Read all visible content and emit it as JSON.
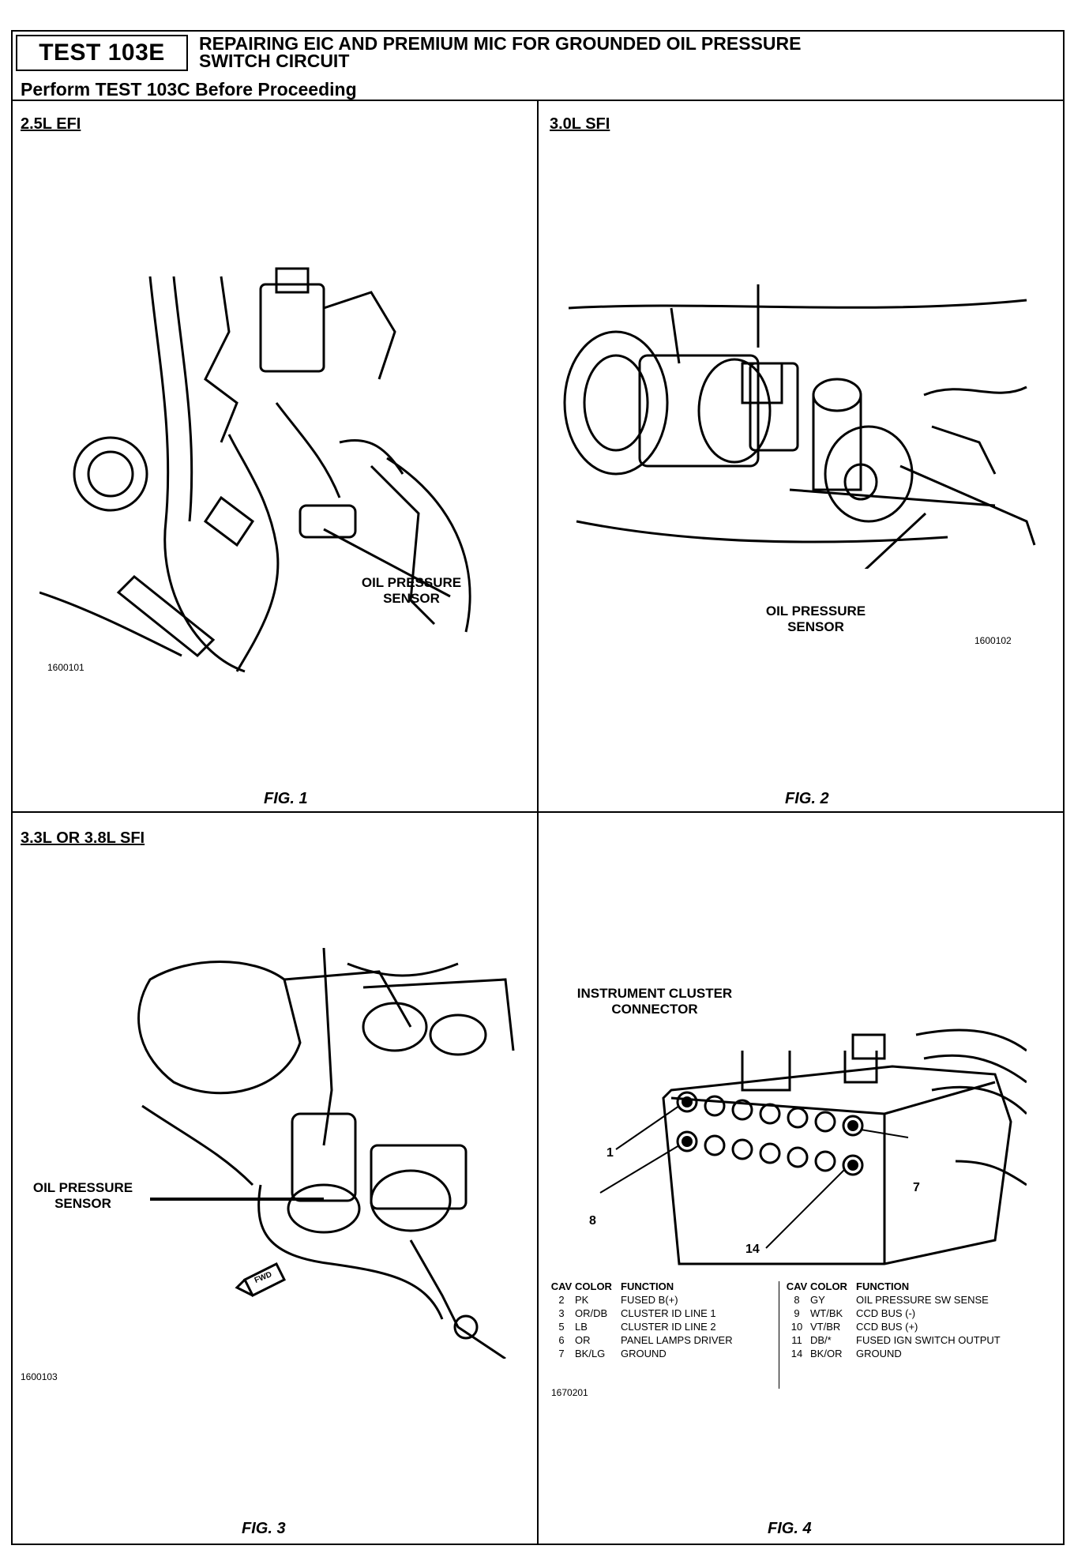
{
  "header": {
    "test_id": "TEST 103E",
    "title_line1": "REPAIRING EIC AND PREMIUM MIC FOR GROUNDED OIL PRESSURE",
    "title_line2": "SWITCH CIRCUIT",
    "subtitle": "Perform TEST 103C Before Proceeding"
  },
  "panels": [
    {
      "label": "2.5L EFI",
      "caption": "FIG. 1",
      "callout_line1": "OIL PRESSURE",
      "callout_line2": "SENSOR",
      "code": "1600101"
    },
    {
      "label": "3.0L SFI",
      "caption": "FIG. 2",
      "callout_line1": "OIL PRESSURE",
      "callout_line2": "SENSOR",
      "code": "1600102"
    },
    {
      "label": "3.3L OR 3.8L SFI",
      "caption": "FIG. 3",
      "callout_line1": "OIL PRESSURE",
      "callout_line2": "SENSOR",
      "code": "1600103"
    },
    {
      "label": "",
      "caption": "FIG. 4",
      "callout_line1": "INSTRUMENT CLUSTER",
      "callout_line2": "CONNECTOR",
      "code": "1670201",
      "pin_labels": [
        "1",
        "8",
        "7",
        "14"
      ]
    }
  ],
  "fwd_label": "FWD",
  "table": {
    "headers": [
      "CAV",
      "COLOR",
      "FUNCTION"
    ],
    "left": [
      [
        "2",
        "PK",
        "FUSED B(+)"
      ],
      [
        "3",
        "OR/DB",
        "CLUSTER ID LINE 1"
      ],
      [
        "5",
        "LB",
        "CLUSTER ID LINE 2"
      ],
      [
        "6",
        "OR",
        "PANEL LAMPS DRIVER"
      ],
      [
        "7",
        "BK/LG",
        "GROUND"
      ]
    ],
    "right": [
      [
        "8",
        "GY",
        "OIL PRESSURE SW SENSE"
      ],
      [
        "9",
        "WT/BK",
        "CCD BUS (-)"
      ],
      [
        "10",
        "VT/BR",
        "CCD BUS (+)"
      ],
      [
        "11",
        "DB/*",
        "FUSED IGN SWITCH OUTPUT"
      ],
      [
        "14",
        "BK/OR",
        "GROUND"
      ]
    ]
  }
}
